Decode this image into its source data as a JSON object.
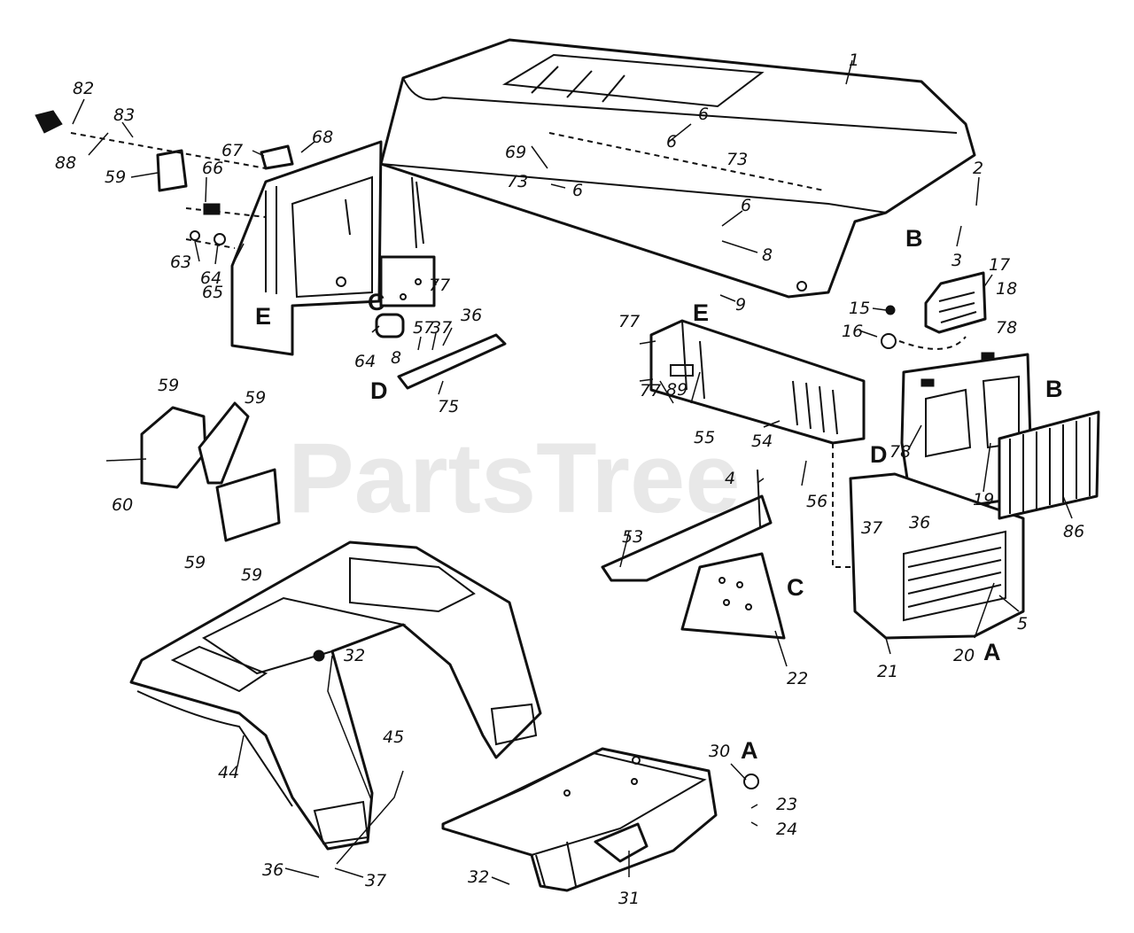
{
  "watermark": "PartsTree",
  "part_numbers": [
    "1",
    "2",
    "3",
    "4",
    "5",
    "6",
    "6",
    "6",
    "6",
    "8",
    "8",
    "9",
    "15",
    "16",
    "17",
    "18",
    "19",
    "20",
    "21",
    "22",
    "23",
    "24",
    "30",
    "31",
    "32",
    "32",
    "36",
    "36",
    "36",
    "37",
    "37",
    "37",
    "44",
    "45",
    "53",
    "54",
    "55",
    "56",
    "57",
    "59",
    "59",
    "59",
    "59",
    "59",
    "60",
    "63",
    "64",
    "64",
    "65",
    "66",
    "67",
    "68",
    "69",
    "73",
    "73",
    "75",
    "77",
    "77",
    "77",
    "78",
    "78",
    "82",
    "83",
    "86",
    "88",
    "89"
  ],
  "reference_letters": [
    "A",
    "A",
    "B",
    "B",
    "C",
    "C",
    "D",
    "D",
    "E",
    "E"
  ]
}
